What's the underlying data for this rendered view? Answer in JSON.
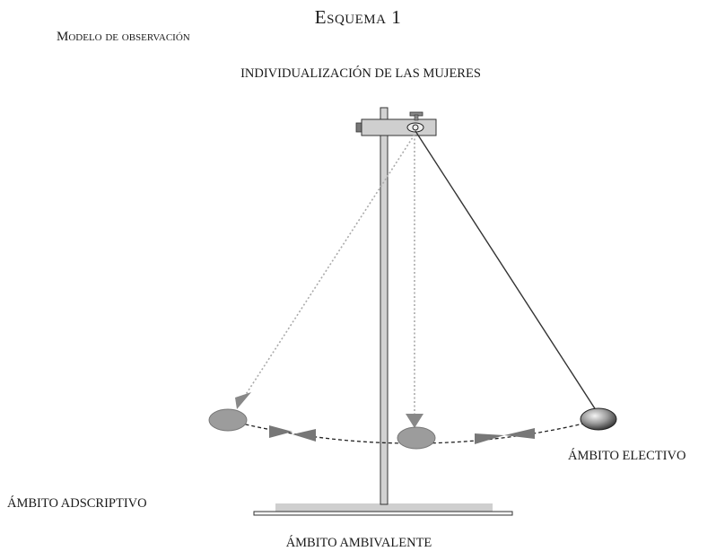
{
  "title": "Esquema 1",
  "subtitle": "Modelo de observación",
  "labels": {
    "top": "Individualización de las mujeres",
    "right": "Ámbito electivo",
    "left": "Ámbito adscriptivo",
    "bottom": "Ámbito ambivalente"
  },
  "colors": {
    "ink": "#1a1a1a",
    "stand": "#c9c9c9",
    "stand_stroke": "#333333",
    "marker": "#8e8e8e",
    "marker_ball": "#9a9a9a",
    "arrow": "#777777",
    "dotted_line": "#aaaaaa"
  },
  "icons": {
    "clamp": "clamp-icon",
    "eye": "eye-icon",
    "bob": "pendulum-bob-icon"
  }
}
